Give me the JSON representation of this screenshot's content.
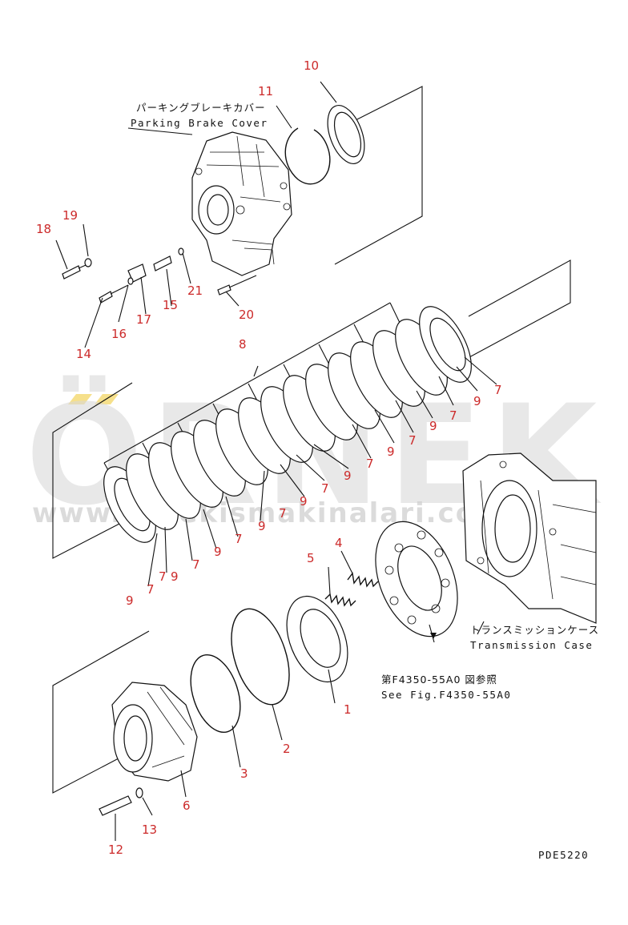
{
  "labels": {
    "parking_brake_jp": "パーキングブレーキカバー",
    "parking_brake_en": "Parking Brake Cover",
    "transmission_jp": "トランスミッションケース",
    "transmission_en": "Transmission Case",
    "see_fig_jp": "第F4350-55A0 図参照",
    "see_fig_en": "See Fig.F4350-55A0",
    "drawing_code": "PDE5220"
  },
  "watermark": {
    "brand": "ÖRNEK",
    "url": "www.ornekismakinalari.com.tr"
  },
  "callouts": [
    "10",
    "11",
    "19",
    "18",
    "15",
    "21",
    "17",
    "16",
    "14",
    "20",
    "8",
    "7",
    "9",
    "7",
    "9",
    "7",
    "9",
    "7",
    "9",
    "7",
    "9",
    "7",
    "9",
    "7",
    "9",
    "7",
    "9",
    "7",
    "9",
    "7",
    "4",
    "5",
    "1",
    "2",
    "3",
    "6",
    "13",
    "12"
  ],
  "colors": {
    "callout": "#cc2a2a",
    "line": "#111111",
    "watermark": "#d9d9d9"
  }
}
